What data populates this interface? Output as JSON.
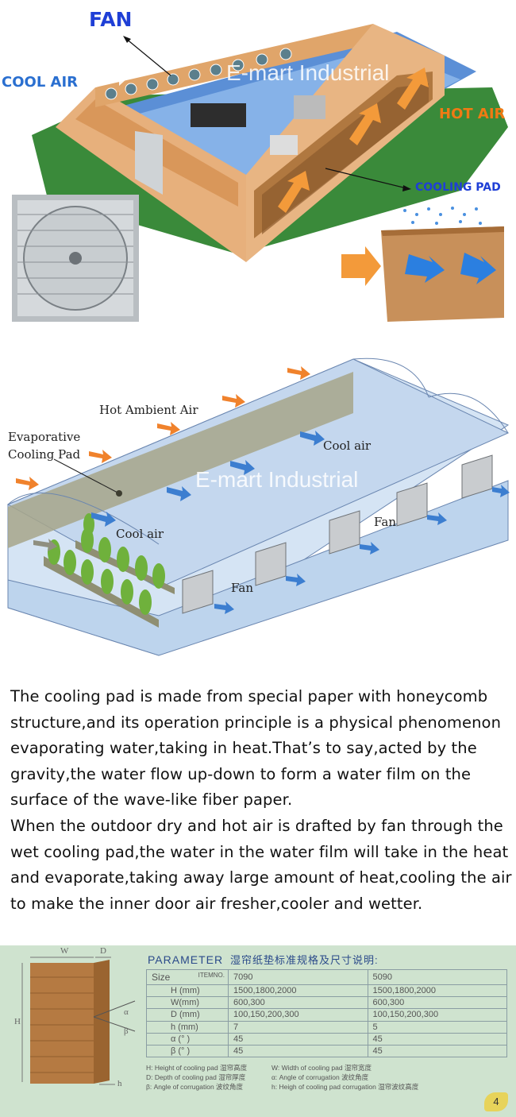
{
  "house_diagram": {
    "fan_label": "FAN",
    "cool_air_label": "COOL AIR",
    "hot_air_label": "HOT AIR",
    "cooling_pad_label": "COOLING PAD",
    "watermark": "E-mart Industrial",
    "colors": {
      "fan_label": "#1f3fd6",
      "cool_air_label": "#2a6fd0",
      "hot_air_label": "#f07a14",
      "cooling_pad_label": "#1f3fd6"
    }
  },
  "greenhouse_diagram": {
    "hot_ambient_air": "Hot Ambient Air",
    "evaporative_cooling_pad": [
      "Evaporative",
      "Cooling Pad"
    ],
    "cool_air_top": "Cool air",
    "cool_air_left": "Cool air",
    "fan_right": "Fan",
    "fan_left": "Fan",
    "watermark": "E-mart Industrial"
  },
  "description": {
    "paragraph1": "The cooling pad is made from special paper with honeycomb structure,and its operation principle is a physical phenomenon evaporating water,taking in heat.That’s to say,acted by the gravity,the water flow up-down to form a water film on the surface of the wave-like fiber paper.",
    "paragraph2": "When the outdoor dry and hot air is drafted by fan through the wet cooling pad,the water in the water film will take in the heat and evaporate,taking away large amount of heat,cooling the air to make the inner door air fresher,cooler and wetter."
  },
  "parameter": {
    "title": "PARAMETER",
    "title_cn": "湿帘纸垫标准规格及尺寸说明:",
    "dimension_labels": {
      "w": "W",
      "d": "D",
      "h_big": "H",
      "h_small": "h",
      "alpha": "α",
      "beta": "β"
    },
    "table": {
      "header": {
        "size": "Size",
        "item_no": "ITEMNO.",
        "col1": "7090",
        "col2": "5090"
      },
      "rows": [
        {
          "label": "H (mm)",
          "v1": "1500,1800,2000",
          "v2": "1500,1800,2000"
        },
        {
          "label": "W(mm)",
          "v1": "600,300",
          "v2": "600,300"
        },
        {
          "label": "D (mm)",
          "v1": "100,150,200,300",
          "v2": "100,150,200,300"
        },
        {
          "label": "h (mm)",
          "v1": "7",
          "v2": "5"
        },
        {
          "label": "α (° )",
          "v1": "45",
          "v2": "45"
        },
        {
          "label": "β (° )",
          "v1": "45",
          "v2": "45"
        }
      ]
    },
    "legend": [
      [
        "H: Height of cooling pad  湿帘高度",
        "W: Width of cooling pad  湿帘宽度"
      ],
      [
        "D: Depth of cooling pad  湿帘厚度",
        "α: Angle of corrugation  波纹角度"
      ],
      [
        "β: Angle of corrugation  波纹角度",
        "h: Heigh of cooling pad corrugation  湿帘波纹高度"
      ]
    ],
    "page_number": "4",
    "colors": {
      "background": "#cfe3cf",
      "title": "#2a4a8a"
    }
  }
}
